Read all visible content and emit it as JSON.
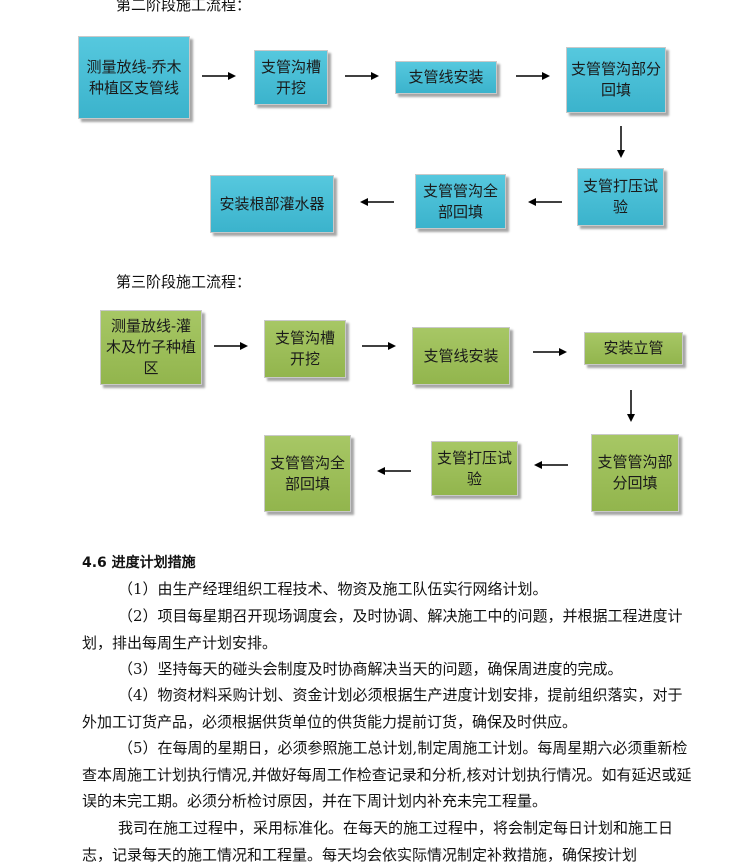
{
  "stage2": {
    "title": "第二阶段施工流程：",
    "steps": [
      "测量放线-乔木种植区支管线",
      "支管沟槽开挖",
      "支管线安装",
      "支管管沟部分回填",
      "支管打压试验",
      "支管管沟全部回填",
      "安装根部灌水器"
    ]
  },
  "stage3": {
    "title": "第三阶段施工流程：",
    "steps": [
      "测量放线-灌木及竹子种植区",
      "支管沟槽开挖",
      "支管线安装",
      "安装立管",
      "支管管沟部分回填",
      "支管打压试验",
      "支管管沟全部回填"
    ]
  },
  "section": {
    "heading": "4.6 进度计划措施",
    "paragraphs": [
      "（1）由生产经理组织工程技术、物资及施工队伍实行网络计划。",
      "（2）项目每星期召开现场调度会，及时协调、解决施工中的问题，并根据工程进度计划，排出每周生产计划安排。",
      "（3）坚持每天的碰头会制度及时协商解决当天的问题，确保周进度的完成。",
      "（4）物资材料采购计划、资金计划必须根据生产进度计划安排，提前组织落实，对于外加工订货产品，必须根据供货单位的供货能力提前订货，确保及时供应。",
      "（5）在每周的星期日，必须参照施工总计划,制定周施工计划。每周星期六必须重新检查本周施工计划执行情况,并做好每周工作检查记录和分析,核对计划执行情况。如有延迟或延误的未完工期。必须分析检讨原因，并在下周计划内补充未完工程量。",
      "我司在施工过程中，采用标准化。在每天的施工过程中，将会制定每日计划和施工日志，记录每天的施工情况和工程量。每天均会依实际情况制定补救措施，确保按计划"
    ]
  },
  "colors": {
    "blue_box": "#45bcd4",
    "green_box": "#9bbd57"
  }
}
